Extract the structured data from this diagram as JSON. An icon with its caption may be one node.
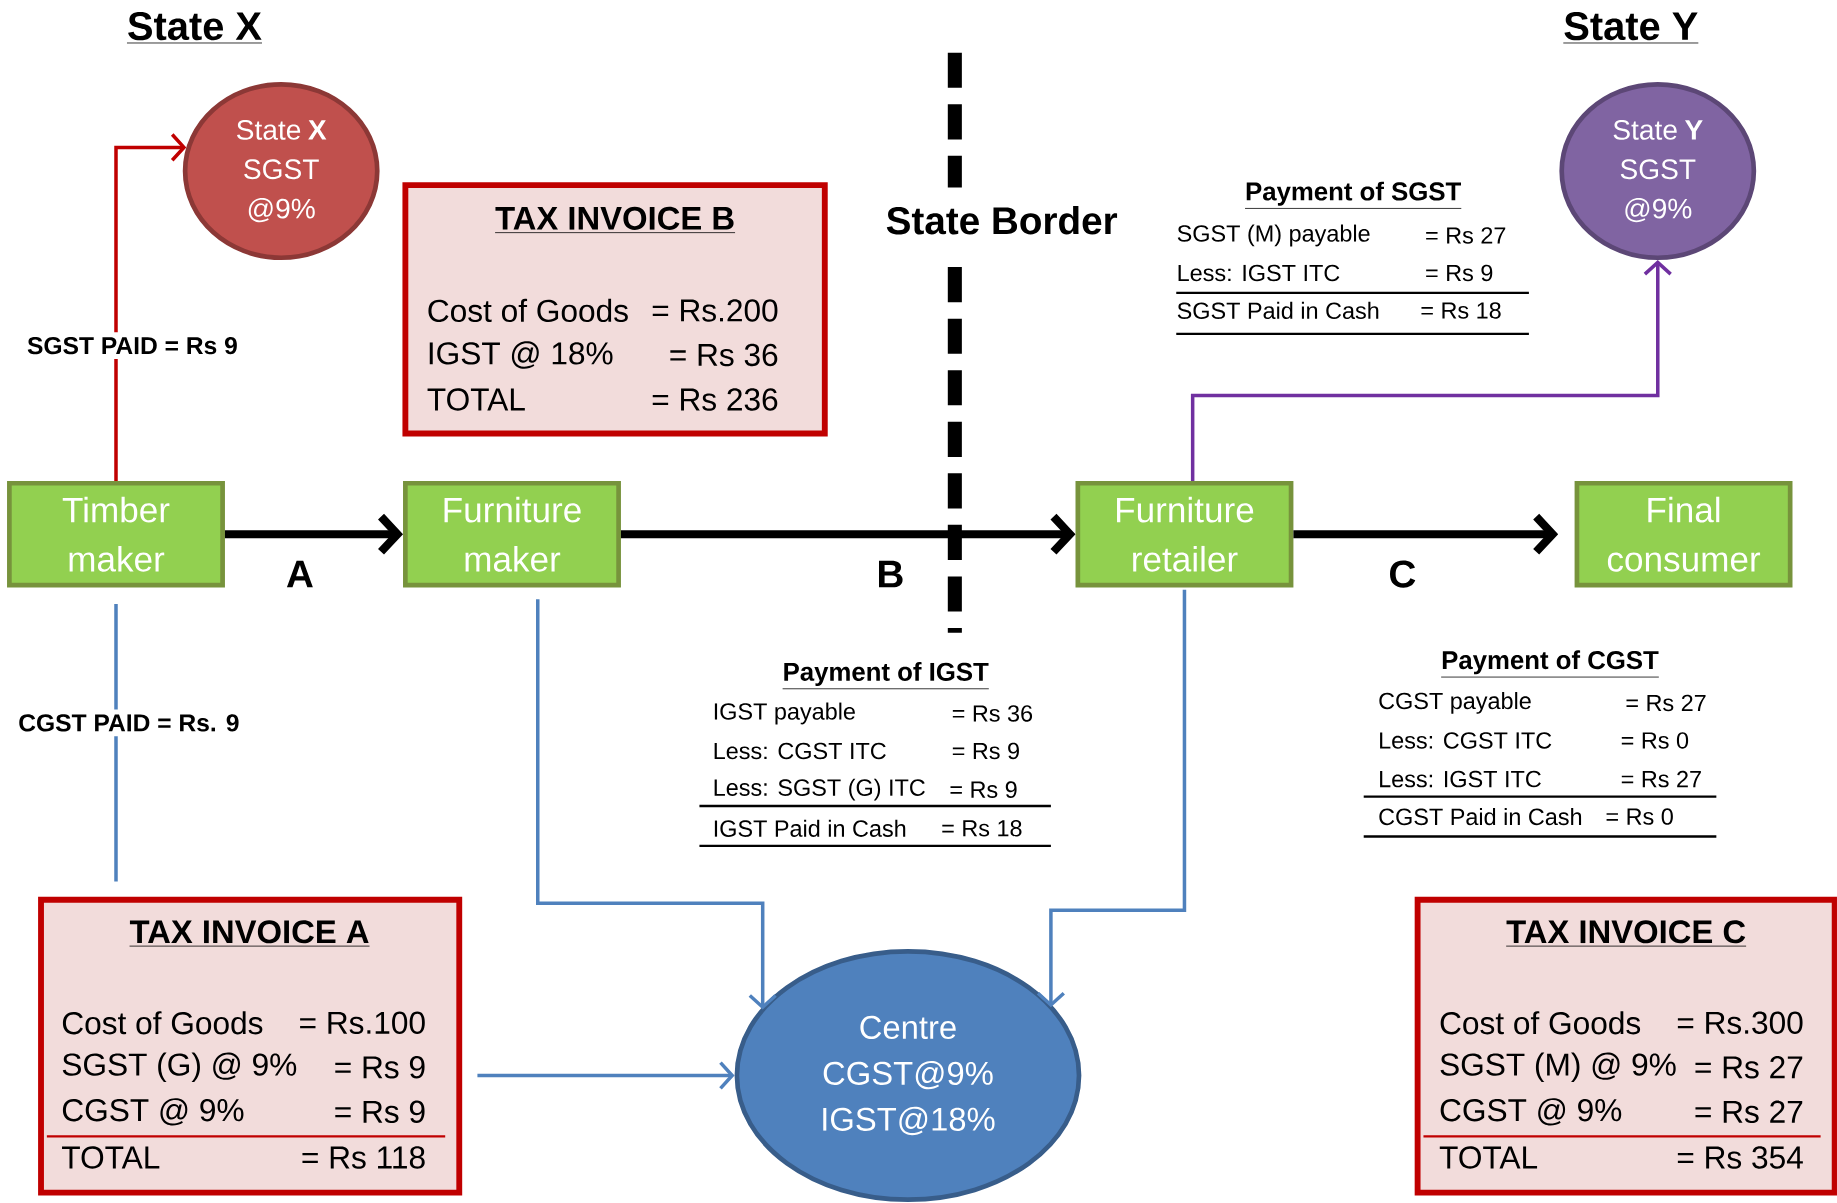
{
  "diagram": {
    "nodes": [
      {
        "text": [
          "State **X** SGST @9%"
        ]
      },
      {
        "text": [
          "TAX INVOICE B",
          "Cost of Goods",
          "= Rs.200",
          "IGST @ 18%",
          "= Rs 36",
          "TOTAL",
          "= Rs 236"
        ]
      },
      {
        "text": [
          "State **Y** SGST @9%"
        ]
      },
      {
        "text": [
          "Timber maker"
        ]
      },
      {
        "text": [
          "Furniture maker"
        ]
      },
      {
        "text": [
          "Furniture retailer"
        ]
      },
      {
        "text": [
          "Final consumer"
        ]
      },
      {
        "text": [
          "TAX INVOICE A",
          "Cost of Goods",
          "= Rs.100",
          "SGST (G) @ 9%",
          "= Rs 9",
          "CGST @ 9%",
          "= Rs 9",
          "TOTAL",
          "= Rs 118"
        ]
      },
      {
        "text": [
          "Centre CGST@9% IGST@18%"
        ]
      },
      {
        "text": [
          "TAX INVOICE C",
          "Cost of Goods",
          "= Rs.300",
          "SGST (M) @ 9%",
          "= Rs 27",
          "CGST @ 9%",
          "= Rs 27",
          "TOTAL",
          "= Rs 354"
        ]
      }
    ],
    "edges": [
      {
        "from": 3,
        "to": 0,
        "arrow": "to",
        "label": "SGST PAID = Rs 9",
        "color": "#c00000"
      },
      {
        "from": 3,
        "to": 4,
        "arrow": "to",
        "style": "thick",
        "color": "#000000"
      },
      {
        "from": 4,
        "to": 5,
        "arrow": "to",
        "style": "thick",
        "color": "#000000"
      },
      {
        "from": 5,
        "to": 6,
        "arrow": "to",
        "style": "thick",
        "color": "#000000"
      },
      {
        "from": 3,
        "to": 7,
        "arrow": "none",
        "label": "CGST PAID = Rs. 9"
      },
      {
        "from": 7,
        "to": 8,
        "arrow": "to"
      },
      {
        "from": 4,
        "to": 8,
        "arrow": "to"
      },
      {
        "from": 5,
        "to": 8,
        "arrow": "to"
      },
      {
        "from": 5,
        "to": 2,
        "arrow": "to",
        "color": "#7030a0"
      }
    ],
    "labels": [
      "State X",
      "State Y",
      "State Border",
      "Payment of SGST",
      "SGST (M) payable",
      "= Rs 27",
      "Less: IGST ITC",
      "= Rs 9",
      "SGST Paid in Cash",
      "= Rs 18",
      "A",
      "B",
      "C",
      "Payment of IGST",
      "IGST payable",
      "= Rs 36",
      "Less: CGST ITC",
      "= Rs 9",
      "Less: SGST (G) ITC",
      "= Rs 9",
      "IGST Paid in Cash",
      "= Rs 18",
      "Payment of CGST",
      "CGST payable",
      "= Rs 27",
      "Less: CGST ITC",
      "= Rs 0",
      "Less: IGST ITC",
      "= Rs 27",
      "CGST Paid in Cash",
      "= Rs 0"
    ]
  }
}
